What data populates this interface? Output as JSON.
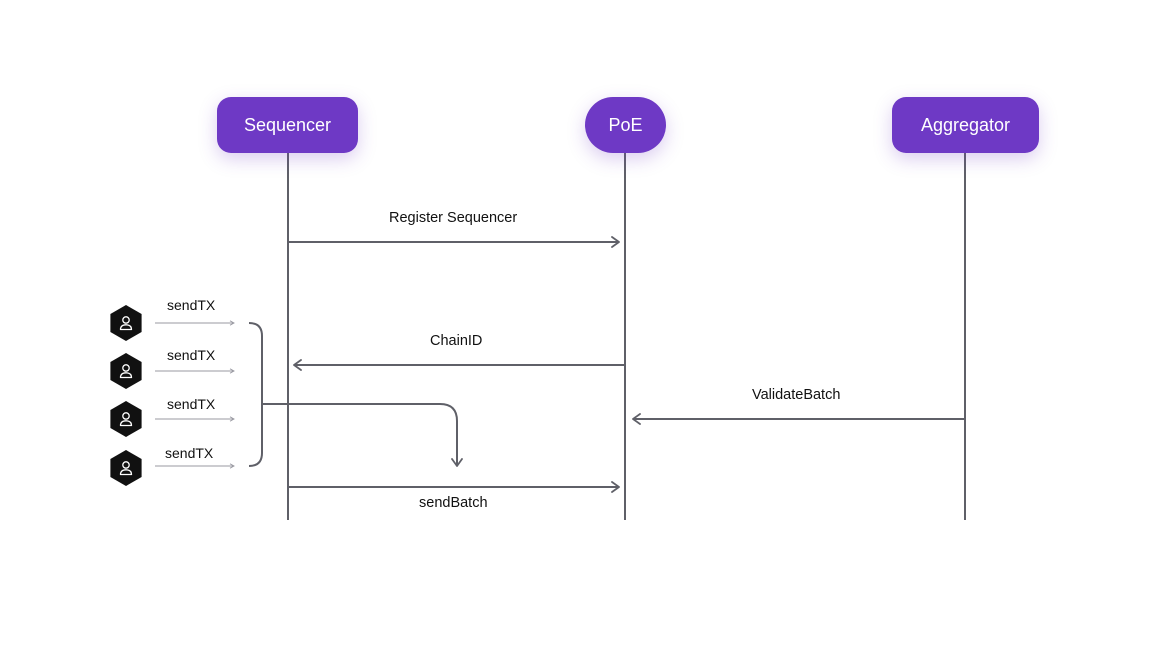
{
  "participants": {
    "sequencer": "Sequencer",
    "poe": "PoE",
    "aggregator": "Aggregator"
  },
  "messages": {
    "register_sequencer": "Register Sequencer",
    "chain_id": "ChainID",
    "validate_batch": "ValidateBatch",
    "send_batch": "sendBatch"
  },
  "users": [
    {
      "icon": "user-icon",
      "label": "sendTX"
    },
    {
      "icon": "user-icon",
      "label": "sendTX"
    },
    {
      "icon": "user-icon",
      "label": "sendTX"
    },
    {
      "icon": "user-icon",
      "label": "sendTX"
    }
  ],
  "colors": {
    "actor_fill": "#6e39c5",
    "actor_text": "#ffffff",
    "line": "#5f6068",
    "user_icon_fill": "#111111"
  }
}
